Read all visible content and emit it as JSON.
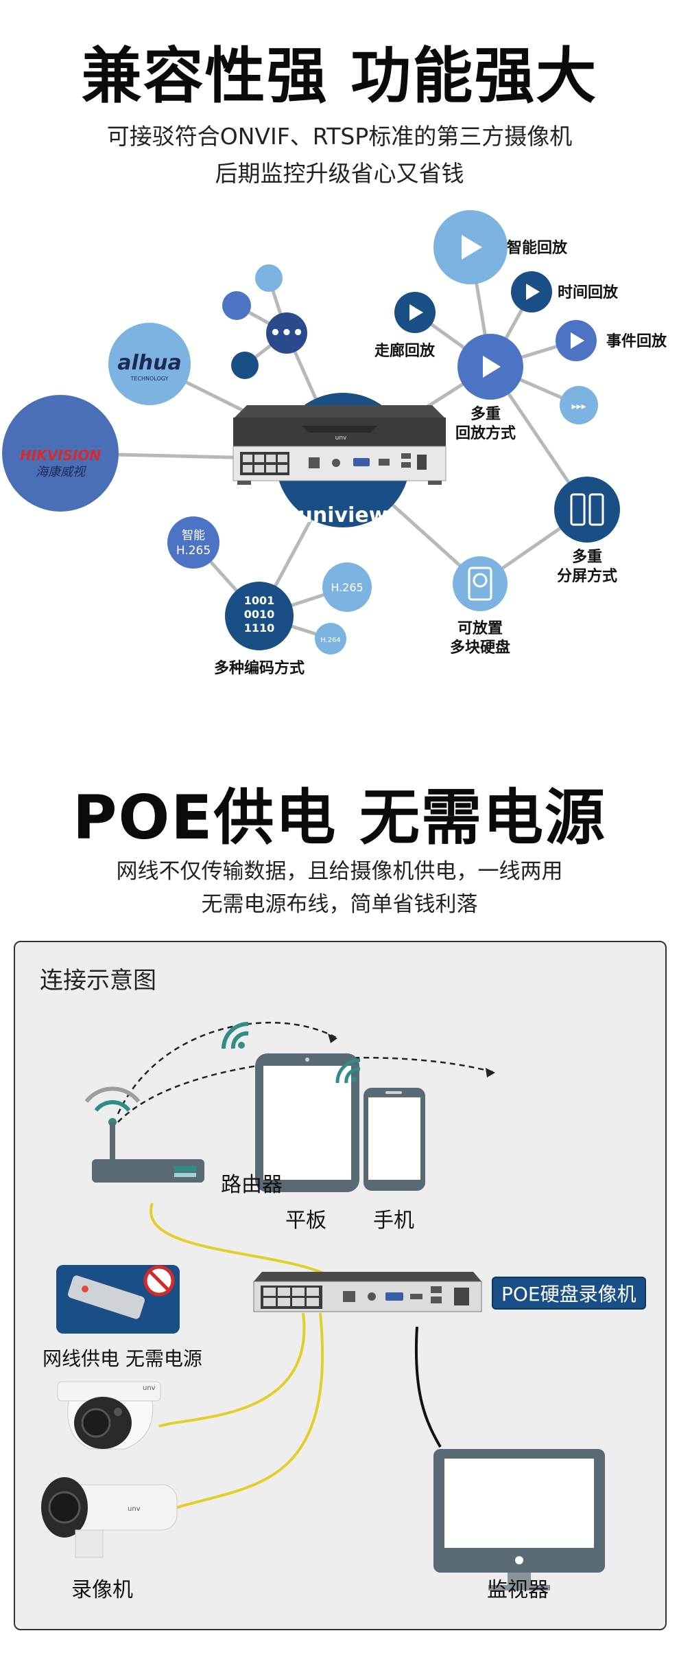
{
  "section1": {
    "title": "兼容性强 功能强大",
    "subtitle_line1": "可接驳符合ONVIF、RTSP标准的第三方摄像机",
    "subtitle_line2": "后期监控升级省心又省钱",
    "brand_dahua": "alhua",
    "brand_dahua_sub": "TECHNOLOGY",
    "brand_hik": "HIKVISION",
    "brand_hik_cn": "海康威视",
    "brand_uniview": "uniview",
    "nvr_badge": "unv",
    "labels": {
      "smart_playback": "智能回放",
      "time_playback": "时间回放",
      "event_playback": "事件回放",
      "corridor_playback": "走廊回放",
      "multi_playback_1": "多重",
      "multi_playback_2": "回放方式",
      "multi_split_1": "多重",
      "multi_split_2": "分屏方式",
      "hdd_1": "可放置",
      "hdd_2": "多块硬盘",
      "encoding": "多种编码方式",
      "smart_h265_1": "智能",
      "smart_h265_2": "H.265",
      "h265": "H.265",
      "h264": "H.264",
      "binary_1": "1001",
      "binary_2": "0010",
      "binary_3": "1110"
    },
    "colors": {
      "dark_blue": "#1a4f86",
      "mid_blue": "#4d74c4",
      "light_blue": "#7cb3e0",
      "hik_blue": "#4b6fb6"
    }
  },
  "section2": {
    "title": "POE供电 无需电源",
    "subtitle_line1": "网线不仅传输数据，且给摄像机供电，一线两用",
    "subtitle_line2": "无需电源布线，简单省钱利落",
    "box_title": "连接示意图",
    "router": "路由器",
    "tablet": "平板",
    "phone": "手机",
    "no_power": "网线供电 无需电源",
    "poe_nvr": "POE硬盘录像机",
    "cameras": "录像机",
    "monitor": "监视器",
    "camera_badge": "unv",
    "colors": {
      "cable": "#e2cf2a",
      "badge": "#1a4e86",
      "wifi": "#2f8c86"
    }
  }
}
